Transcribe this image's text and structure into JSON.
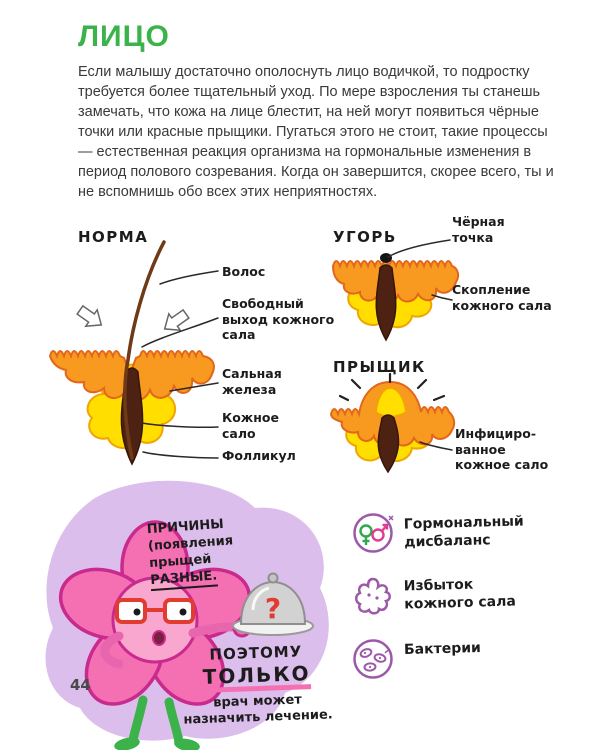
{
  "page": {
    "title": "ЛИЦО",
    "number": "44",
    "intro": "Если малышу достаточно ополоснуть лицо водичкой, то подростку требуется более тщательный уход. По мере взросления ты станешь замечать, что кожа на лице блестит, на ней могут появиться чёрные точки или красные прыщики. Пугаться этого не стоит, такие процессы — естественная реакция организма на гормональные изменения в период полового созревания. Когда он завершится, скорее всего, ты и не вспомнишь обо всех этих неприятностях."
  },
  "diagram_norm": {
    "title": "НОРМА",
    "labels": [
      "Волос",
      "Свободный\nвыход кожного\nсала",
      "Сальная\nжелеза",
      "Кожное\nсало",
      "Фолликул"
    ]
  },
  "diagram_blackhead": {
    "title": "УГОРЬ",
    "labels": [
      "Чёрная\nточка",
      "Скопление\nкожного сала"
    ]
  },
  "diagram_pimple": {
    "title": "ПРЫЩИК",
    "labels": [
      "Инфициро-\nванное\nкожное сало"
    ]
  },
  "character": {
    "speech_top": "ПРИЧИНЫ\n(появления\nпрыщей\n",
    "speech_top_emphasis": "РАЗНЫЕ.",
    "speech_bottom_line1": "ПОЭТОМУ",
    "speech_bottom_emphasis": "ТОЛЬКО",
    "speech_bottom_line3": "врач может",
    "speech_bottom_line4": "назначить лечение."
  },
  "causes": {
    "items": [
      {
        "icon": "gender-symbols-icon",
        "label": "Гормональный\nдисбаланс"
      },
      {
        "icon": "sebum-blob-icon",
        "label": "Избыток\nкожного сала"
      },
      {
        "icon": "bacteria-icon",
        "label": "Бактерии"
      }
    ]
  },
  "colors": {
    "accent_green": "#3BB24A",
    "skin_orange": "#F79A1F",
    "sebum_yellow": "#FFDE00",
    "follicle_brown": "#4E2212",
    "blob_purple": "#DCBEEC",
    "flower_pink": "#F56FB3",
    "highlight_pink": "#F56FB3",
    "icon_purple": "#9B59A8"
  }
}
